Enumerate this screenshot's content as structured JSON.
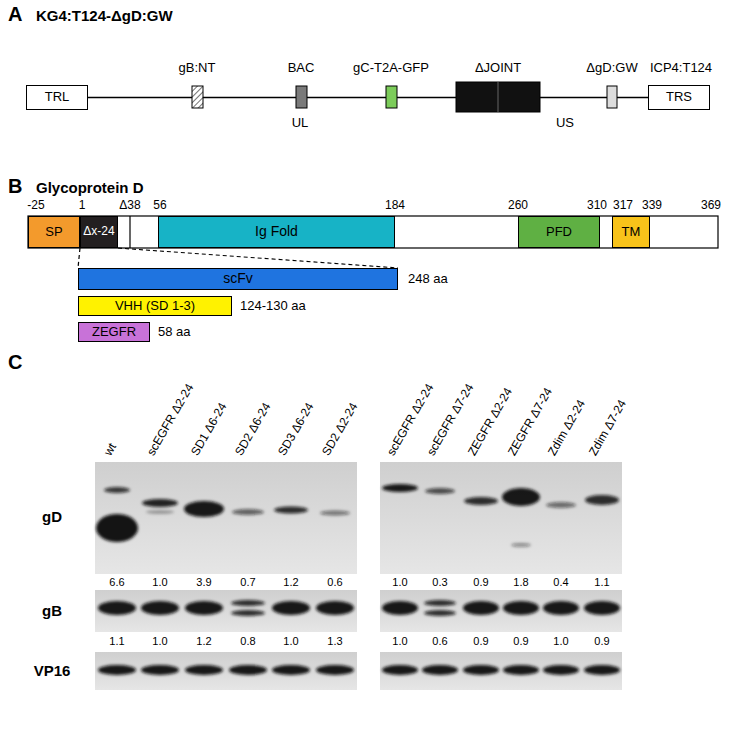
{
  "diagram": {
    "nodes": [
      {
        "text": [
          "TRL"
        ]
      },
      {
        "text": [
          "TRS"
        ]
      },
      {
        "text": [
          "SP"
        ]
      },
      {
        "text": [
          "Δx-24"
        ]
      },
      {
        "text": [
          "Ig Fold"
        ]
      },
      {
        "text": [
          "PFD"
        ]
      },
      {
        "text": [
          "TM"
        ]
      },
      {
        "text": [
          "scFv"
        ]
      },
      {
        "text": [
          "VHH (SD 1-3)"
        ]
      },
      {
        "text": [
          "ZEGFR"
        ]
      }
    ],
    "edges": [
      {
        "from": 3,
        "to": 7,
        "arrow": "none"
      },
      {
        "from": 3,
        "to": 7,
        "arrow": "none"
      }
    ],
    "labels": [
      "A",
      "KG4:T124-ΔgD:GW",
      "gB:NT",
      "BAC",
      "gC-T2A-GFP",
      "ΔJOINT",
      "ΔgD:GW",
      "ICP4:T124",
      "UL",
      "US",
      "B",
      "Glycoprotein D",
      "-25",
      "1",
      "Δ38",
      "56",
      "184",
      "260",
      "310",
      "317",
      "339",
      "369",
      "248 aa",
      "124-130 aa",
      "58 aa",
      "C",
      "wt",
      "scEGFR Δ2-24",
      "SD1 Δ6-24",
      "SD2 Δ6-24",
      "SD3 Δ6-24",
      "SD2 Δ2-24",
      "scEGFR Δ2-24",
      "scEGFR Δ7-24",
      "ZEGFR Δ2-24",
      "ZEGFR Δ7-24",
      "Zdim Δ2-24",
      "Zdim Δ7-24",
      "gD",
      "gB",
      "VP16",
      "6.6",
      "1.0",
      "3.9",
      "0.7",
      "1.2",
      "0.6",
      "1.0",
      "0.3",
      "0.9",
      "1.8",
      "0.4",
      "1.1",
      "1.1",
      "1.0",
      "1.2",
      "0.8",
      "1.0",
      "1.3",
      "1.0",
      "0.6",
      "0.9",
      "0.9",
      "1.0",
      "0.9"
    ]
  }
}
